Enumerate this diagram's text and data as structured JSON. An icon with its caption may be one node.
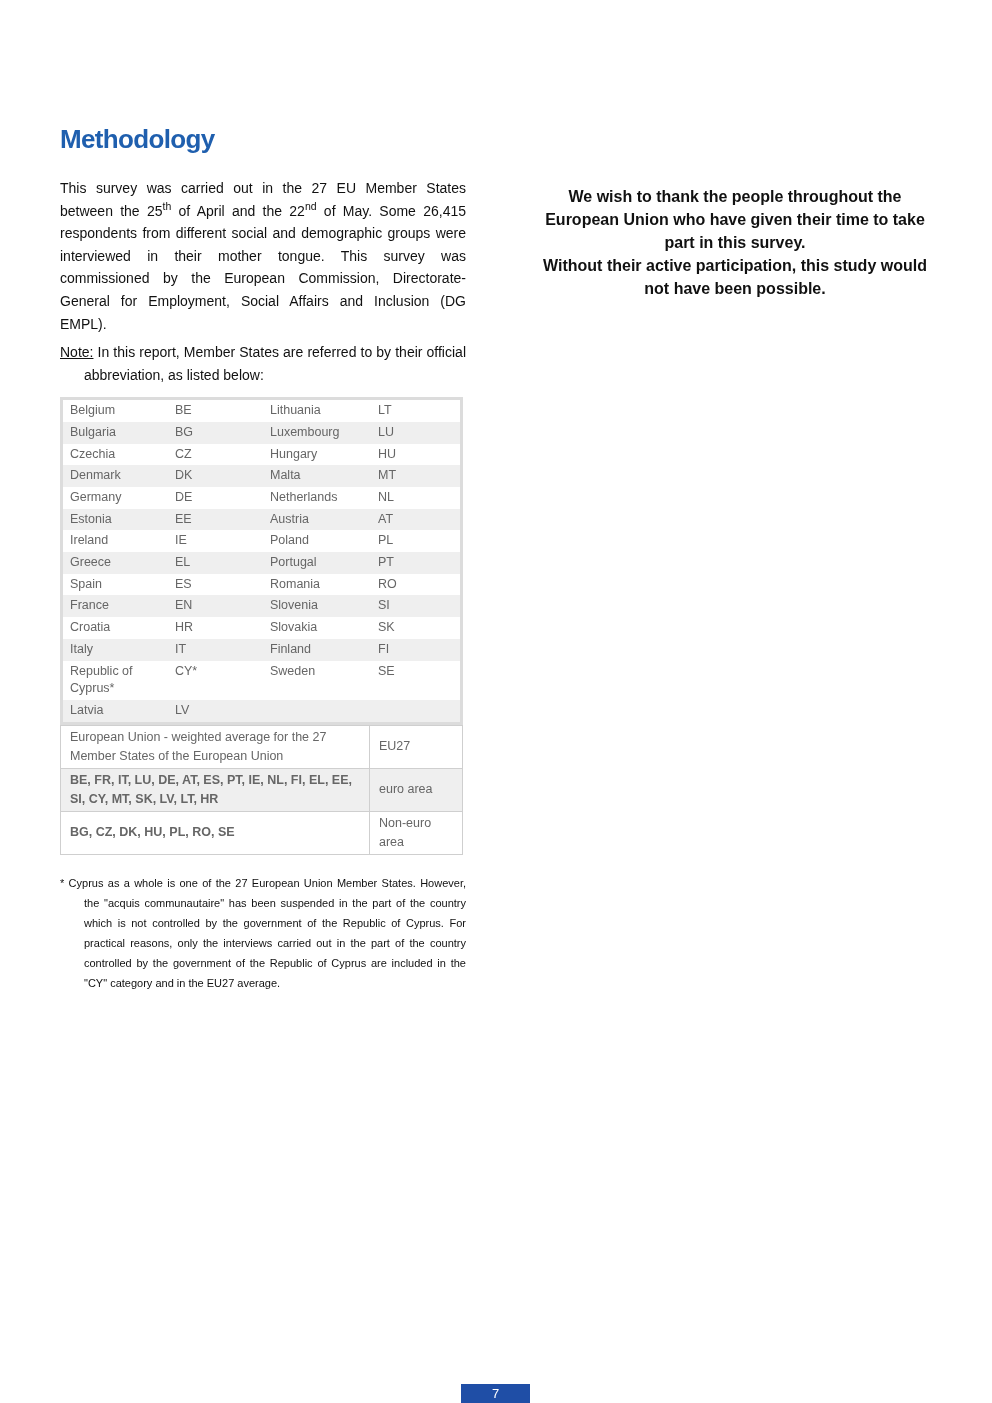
{
  "diagram": {
    "title": "Methodology",
    "labels": [
      "This survey was carried out in the 27 EU Member States between the 25$^{th}$ of April and the 22$^{nd}$ of May. Some 26,415 respondents from different social and demographic groups were interviewed in their mother tongue. This survey was commissioned by the European Commission, Directorate-General for Employment, Social Affairs and Inclusion (DG EMPL).",
      "Note:",
      "In this report, Member States are referred to by their official abbreviation, as listed below:",
      "Belgium",
      "BE",
      "Lithuania",
      "LT",
      "Bulgaria",
      "BG",
      "Luxembourg",
      "LU",
      "Czechia",
      "CZ",
      "Hungary",
      "HU",
      "Denmark",
      "DK",
      "Malta",
      "MT",
      "Germany",
      "DE",
      "Netherlands",
      "NL",
      "Estonia",
      "EE",
      "Austria",
      "AT",
      "Ireland",
      "IE",
      "Poland",
      "PL",
      "Greece",
      "EL",
      "Portugal",
      "PT",
      "Spain",
      "ES",
      "Romania",
      "RO",
      "France",
      "EN",
      "Slovenia",
      "SI",
      "Croatia",
      "HR",
      "Slovakia",
      "SK",
      "Italy",
      "IT",
      "Finland",
      "FI",
      "Republic of Cyprus*",
      "CY*",
      "Sweden",
      "SE",
      "Latvia",
      "LV",
      "European Union - weighted average for the 27 Member States of the European Union",
      "EU27",
      "BE, FR, IT, LU, DE, AT, ES, PT, IE, NL, FI, EL, EE, SI, CY, MT, SK, LV, LT, HR",
      "euro area",
      "BG, CZ, DK, HU, PL, RO, SE",
      "Non-euro area",
      "* Cyprus as a whole is one of the 27 European Union Member States. However, the \"acquis communautaire\" has been suspended in the part of the country which is not controlled by the government of the Republic of Cyprus. For practical reasons, only the interviews carried out in the part of the country controlled by the government of the Republic of Cyprus are included in the \"CY\" category and in the EU27 average.",
      "We wish to thank the people throughout the European Union who have given their time to take part in this survey.",
      "Without their active participation, this study would not have been possible.",
      "7"
    ]
  }
}
